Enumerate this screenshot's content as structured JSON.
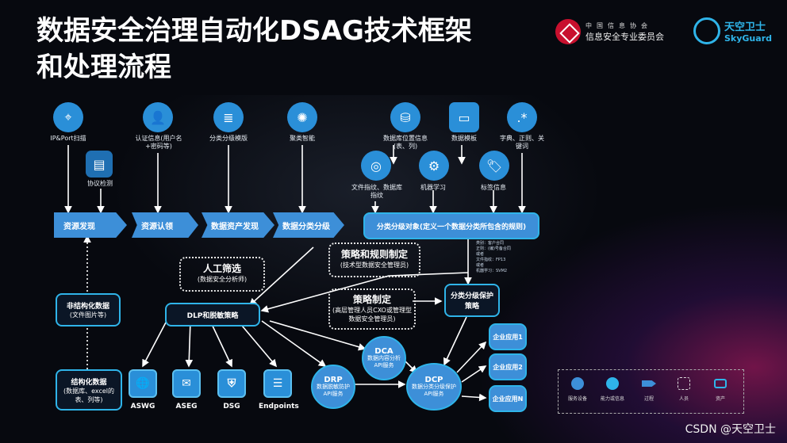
{
  "title_line1": "数据安全治理自动化DSAG技术框架",
  "title_line2": "和处理流程",
  "logo_caict_line1": "中国信息协会",
  "logo_caict_line2": "信息安全专业委员会",
  "logo_sky_cn": "天空卫士",
  "logo_sky_en": "SkyGuard",
  "top_inputs": {
    "ip_scan": "IP&Port扫描",
    "protocol": "协议检测",
    "auth_info": "认证信息(用户名+密码等)",
    "template": "分类分级模版",
    "cluster": "聚类智能",
    "db_location": "数据库位置信息(表、列)",
    "data_template": "数据模板",
    "dictionary": "字典、正则、关键词",
    "file_fingerprint": "文件指纹、数据库指纹",
    "ml": "机器学习",
    "tag_info": "标签信息"
  },
  "pipeline": {
    "discover": "资源发现",
    "auth": "资源认领",
    "asset": "数据资产发现",
    "classify": "数据分类分级",
    "object": "分类分级对象(定义一个数据分类所包含的规则)"
  },
  "manual": {
    "title": "人工筛选",
    "sub": "(数据安全分析师)"
  },
  "policy_rules": {
    "title": "策略和规则制定",
    "sub": "(技术型数据安全管理员)"
  },
  "policy_make": {
    "title": "策略制定",
    "sub": "(高层管理人员CXO或管理型数据安全管理员)"
  },
  "classify_policy": "分类分级保护策略",
  "dlp": "DLP和脱敏策略",
  "unstructured": {
    "title": "非结构化数据",
    "sub": "(文件图片等)"
  },
  "structured": {
    "title": "结构化数据",
    "sub": "(数据库、excel的表、列等)"
  },
  "sample_lines": [
    "类别：客户合同",
    "正则：(编)号备合同",
    "或者",
    "文件指纹：FP13",
    "或者",
    "机器学习：SVM2"
  ],
  "endpoints": [
    "ASWG",
    "ASEG",
    "DSG",
    "Endpoints"
  ],
  "nodes": {
    "drp_t": "DRP",
    "drp_s": "数据脱敏防护API服务",
    "dca_t": "DCA",
    "dca_s": "数据内容分析API服务",
    "dcp_t": "DCP",
    "dcp_s": "数据分类分级保护API服务"
  },
  "apps": [
    "企业应用1",
    "企业应用2",
    "企业应用N"
  ],
  "legend": [
    "服务设备",
    "能力或信息",
    "过程",
    "人员",
    "资产"
  ],
  "footer": "CSDN @天空卫士"
}
